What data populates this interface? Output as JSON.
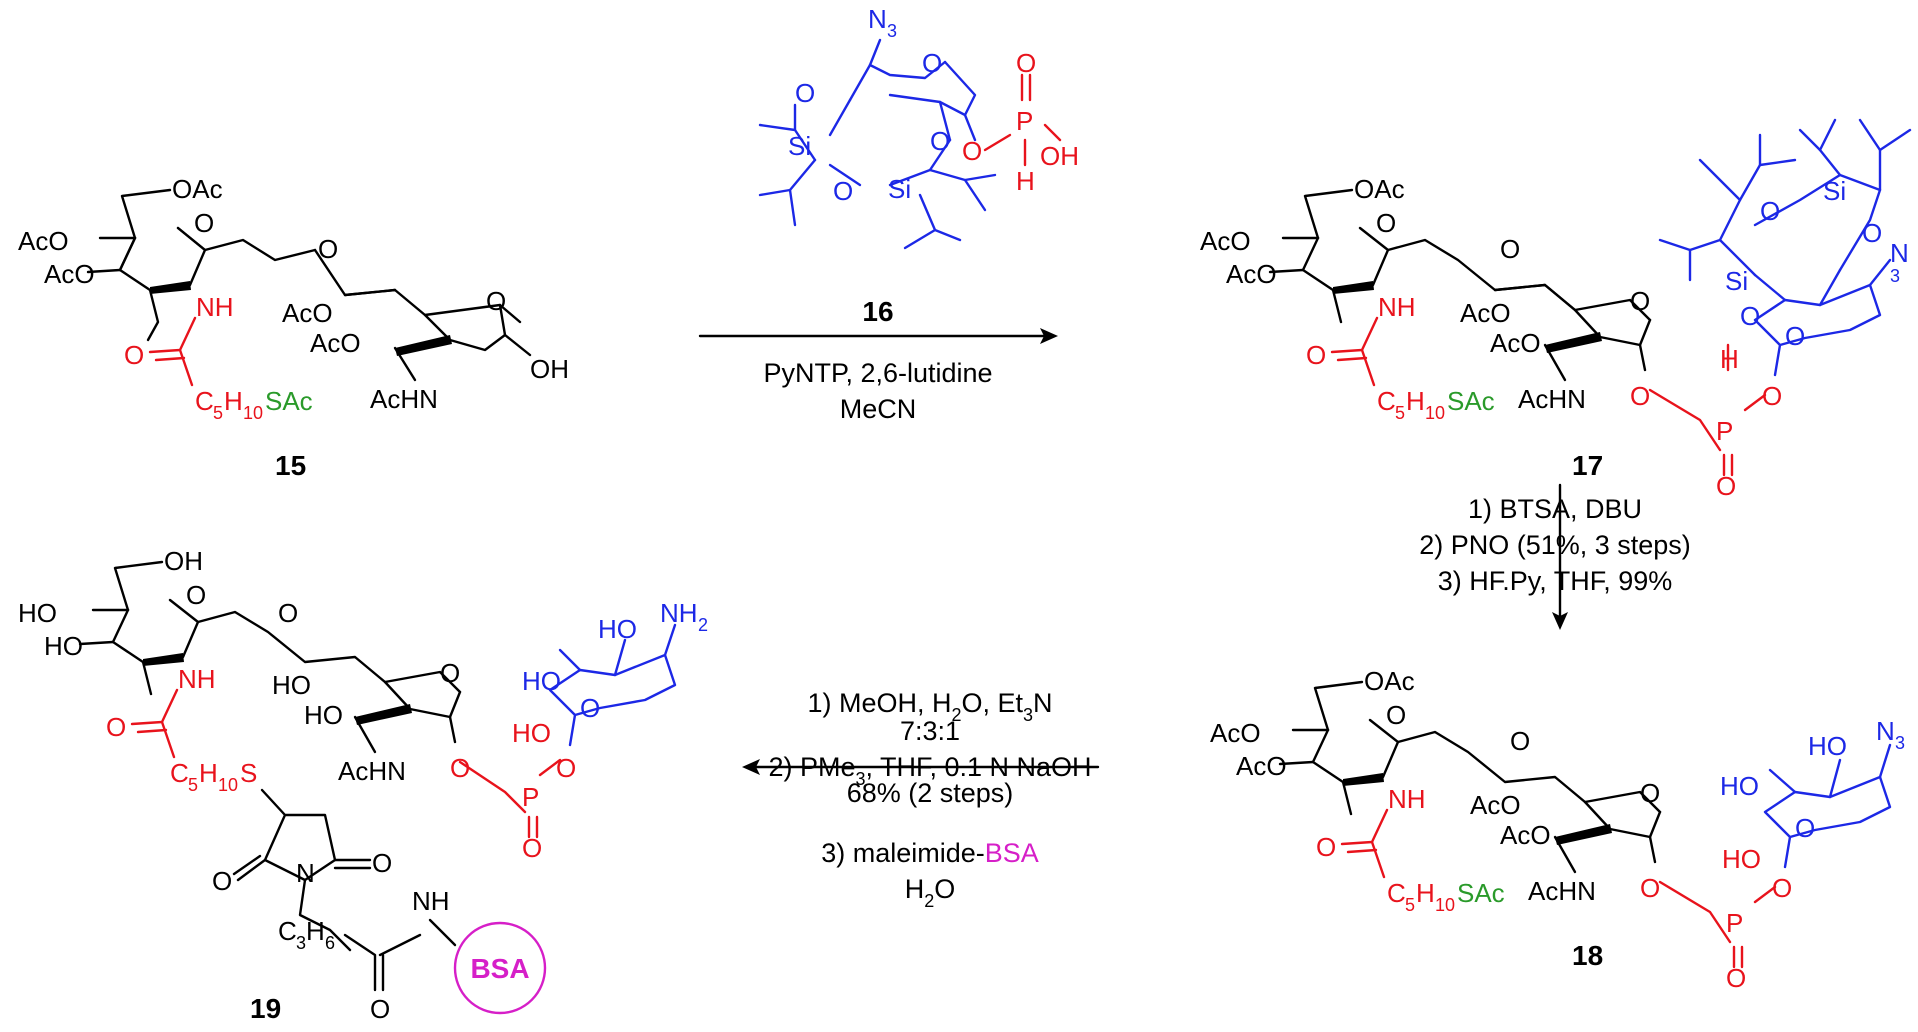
{
  "compounds": {
    "c15": {
      "label": "15"
    },
    "c16": {
      "label": "16"
    },
    "c17": {
      "label": "17"
    },
    "c18": {
      "label": "18"
    },
    "c19": {
      "label": "19"
    }
  },
  "atoms": {
    "OAc": "OAc",
    "AcO": "AcO",
    "O": "O",
    "NH": "NH",
    "AcHN": "AcHN",
    "OH": "OH",
    "HO": "HO",
    "C": "C",
    "H": "H",
    "S": "S",
    "SAc": "SAc",
    "P": "P",
    "Si": "Si",
    "N": "N",
    "NH2": "NH",
    "N3": "N",
    "sub5": "5",
    "sub10": "10",
    "sub3": "3",
    "sub2": "2",
    "sub6": "6",
    "BSA": "BSA"
  },
  "conditions": {
    "step1": {
      "reagent_label": "16",
      "line1": "PyNTP, 2,6-lutidine",
      "line2": "MeCN"
    },
    "step2": {
      "line1": "1) BTSA, DBU",
      "line2": "2) PNO (51%, 3 steps)",
      "line3": "3) HF.Py, THF, 99%"
    },
    "step3": {
      "line1a": "1) MeOH, H",
      "line1b": "O, Et",
      "line1c": "N",
      "sub_h2o": "2",
      "sub_et3": "3",
      "line2": "7:3:1",
      "line3a": "2) PMe",
      "sub_pme3": "3",
      "line3b": ", THF, 0.1 N NaOH",
      "line4": "68% (2 steps)",
      "line5a": "3) maleimide-",
      "line5b": "BSA",
      "line6a": "H",
      "sub_h2o2": "2",
      "line6b": "O"
    }
  },
  "colors": {
    "linker": "#e8131c",
    "thioacetate": "#2a9a2a",
    "sugar_reagent": "#1c28e6",
    "protein": "#d61fc8"
  }
}
